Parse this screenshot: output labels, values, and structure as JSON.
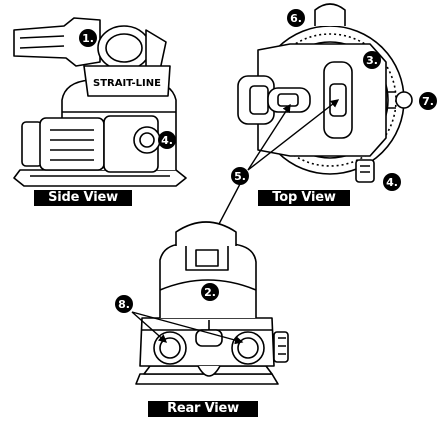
{
  "views": {
    "side": "Side View",
    "top": "Top View",
    "rear": "Rear View"
  },
  "brand": "STRAIT-LINE",
  "callouts": {
    "c1": "1.",
    "c2": "2.",
    "c3": "3.",
    "c4_side": "4.",
    "c4_top": "4.",
    "c5": "5.",
    "c6": "6.",
    "c7": "7.",
    "c8": "8."
  },
  "colors": {
    "ink": "#000000",
    "body": "#ffffff",
    "shade": "#e9e9e9"
  }
}
